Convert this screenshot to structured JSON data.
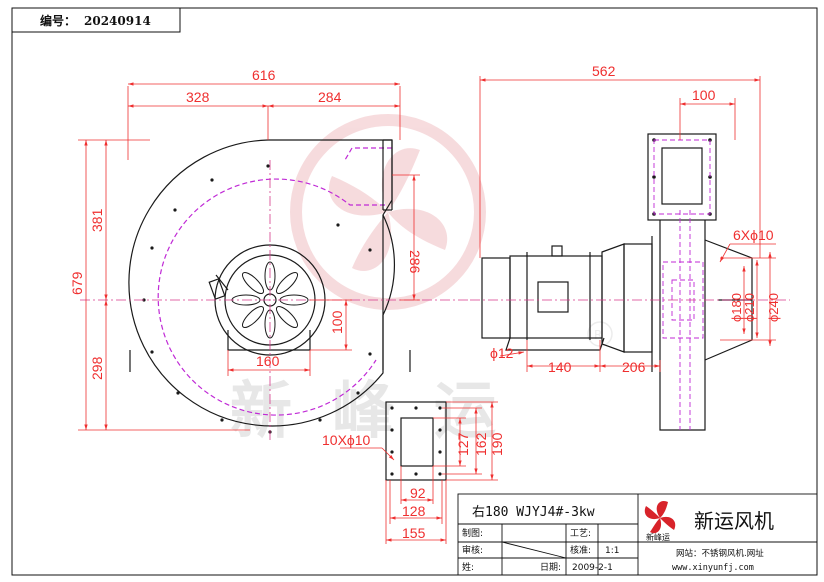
{
  "header": {
    "serial_label": "编号：",
    "serial_value": "20240914"
  },
  "watermark": {
    "brand_text": "新峰运"
  },
  "dimensions": {
    "front_total_width": "616",
    "front_left_width": "328",
    "front_right_width": "284",
    "front_total_height": "679",
    "front_upper_height": "381",
    "front_lower_height": "298",
    "outlet_height": "286",
    "motor_base_height": "100",
    "motor_base_width": "160",
    "side_total_width": "562",
    "side_flange_width": "100",
    "bolt_holes": "6Xϕ10",
    "dia_1": "ϕ180",
    "dia_2": "ϕ210",
    "dia_3": "ϕ240",
    "foot_hole": "ϕ12",
    "foot_spacing": "140",
    "foot_offset": "206",
    "flange_holes": "10Xϕ10",
    "flange_inner_w": "92",
    "flange_mid_w": "128",
    "flange_outer_w": "155",
    "flange_inner_h": "127",
    "flange_mid_h": "162",
    "flange_outer_h": "190"
  },
  "title_block": {
    "model": "右180 WJYJ4#-3kw",
    "label_drawn": "制图:",
    "label_review": "审核:",
    "label_name": "姓:",
    "label_process": "工艺:",
    "label_approve": "核准:",
    "label_date": "日期:",
    "scale": "1:1",
    "date": "2009-2-1",
    "logo_text": "新峰运",
    "company": "新运风机",
    "website": "网站：不锈钢风机.网址",
    "url": "www.xinyunfj.com"
  },
  "colors": {
    "dimension": "#ef2f2f",
    "line": "#1a1a1a",
    "hidden": "#c02ad6",
    "center": "#d63a8a"
  }
}
